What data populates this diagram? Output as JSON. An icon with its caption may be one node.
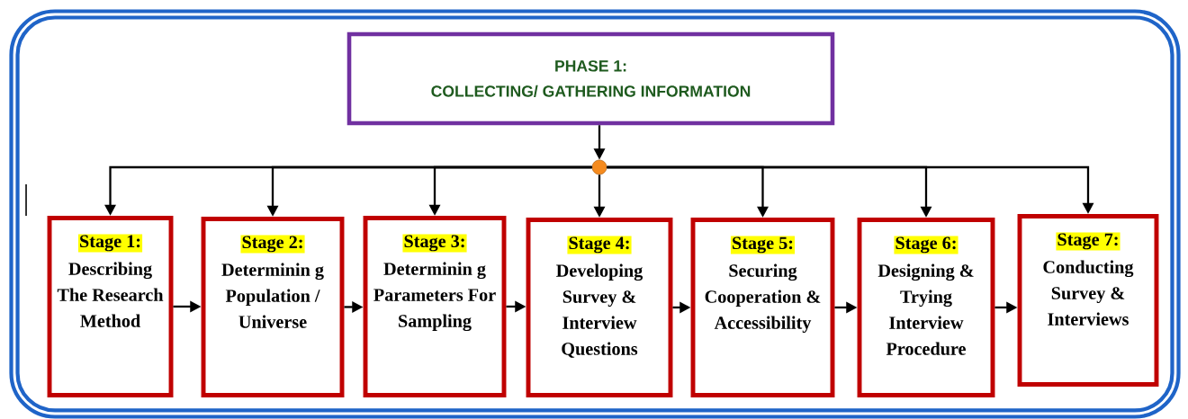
{
  "diagram": {
    "nodes": [
      {
        "text": [
          "PHASE 1:",
          "COLLECTING/ GATHERING INFORMATION"
        ]
      },
      {
        "text": [],
        "shape": "circle"
      },
      {
        "text": [
          "Stage 1:",
          "Describing The Research Method"
        ]
      },
      {
        "text": [
          "Stage 2:",
          "Determinin g Population / Universe"
        ]
      },
      {
        "text": [
          "Stage 3:",
          "Determinin g Parameters For Sampling"
        ]
      },
      {
        "text": [
          "Stage 4:",
          "Developing Survey & Interview Questions"
        ]
      },
      {
        "text": [
          "Stage 5:",
          "Securing Cooperation & Accessibility"
        ]
      },
      {
        "text": [
          "Stage 6:",
          "Designing & Trying Interview Procedure"
        ]
      },
      {
        "text": [
          "Stage 7:",
          "Conducting Survey & Interviews"
        ]
      }
    ],
    "edges": [
      {
        "from": 0,
        "to": 1,
        "arrow": "to"
      },
      {
        "from": 1,
        "to": 2,
        "arrow": "to"
      },
      {
        "from": 1,
        "to": 3,
        "arrow": "to"
      },
      {
        "from": 1,
        "to": 4,
        "arrow": "to"
      },
      {
        "from": 1,
        "to": 5,
        "arrow": "to"
      },
      {
        "from": 1,
        "to": 6,
        "arrow": "to"
      },
      {
        "from": 1,
        "to": 7,
        "arrow": "to"
      },
      {
        "from": 1,
        "to": 8,
        "arrow": "to"
      },
      {
        "from": 2,
        "to": 3,
        "arrow": "to"
      },
      {
        "from": 3,
        "to": 4,
        "arrow": "to"
      },
      {
        "from": 4,
        "to": 5,
        "arrow": "to"
      },
      {
        "from": 5,
        "to": 6,
        "arrow": "to"
      },
      {
        "from": 6,
        "to": 7,
        "arrow": "to"
      },
      {
        "from": 7,
        "to": 8,
        "arrow": "to"
      }
    ]
  }
}
